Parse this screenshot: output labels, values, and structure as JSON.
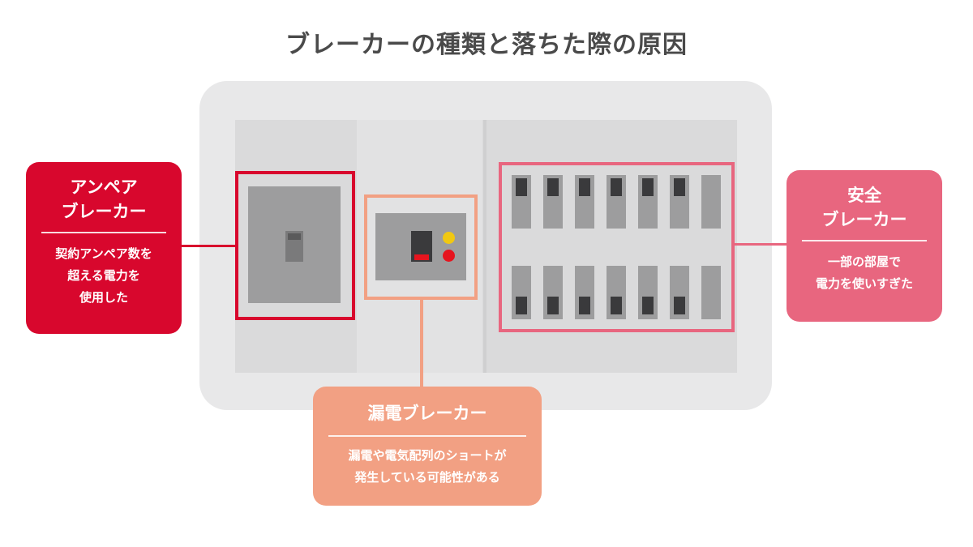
{
  "title": "ブレーカーの種類と落ちた際の原因",
  "colors": {
    "ampere": "#d8072d",
    "earth_leakage": "#f2a083",
    "safety": "#e8667f",
    "panel": "#e8e8e9",
    "breaker_gray": "#9d9d9e",
    "switch_dark": "#3a3a3c"
  },
  "callouts": {
    "ampere": {
      "title_line1": "アンペア",
      "title_line2": "ブレーカー",
      "desc_line1": "契約アンペア数を",
      "desc_line2": "超える電力を",
      "desc_line3": "使用した"
    },
    "earth_leakage": {
      "title": "漏電ブレーカー",
      "desc_line1": "漏電や電気配列のショートが",
      "desc_line2": "発生している可能性がある"
    },
    "safety": {
      "title_line1": "安全",
      "title_line2": "ブレーカー",
      "desc_line1": "一部の部屋で",
      "desc_line2": "電力を使いすぎた"
    }
  }
}
